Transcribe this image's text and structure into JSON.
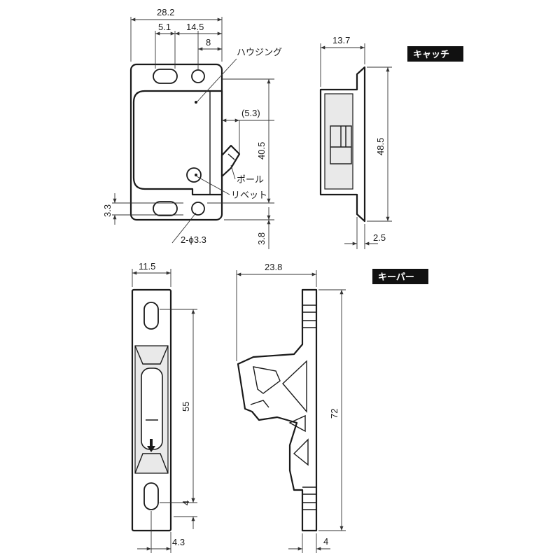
{
  "sections": {
    "catch": "キャッチ",
    "keeper": "キーパー"
  },
  "labels": {
    "housing": "ハウジング",
    "pole": "ポール",
    "rivet": "リベット",
    "holes": "2-ϕ3.3"
  },
  "dimensions": {
    "catch_front_width": "28.2",
    "catch_slot": "5.1",
    "catch_hole_spacing": "14.5",
    "catch_hole_offset": "8",
    "catch_pole_offset": "(5.3)",
    "catch_height": "40.5",
    "catch_hole_margin": "3.3",
    "catch_bottom_margin": "3.8",
    "catch_side_width": "13.7",
    "catch_side_height": "48.5",
    "catch_side_plate": "2.5",
    "keeper_front_width": "11.5",
    "keeper_slot_spacing": "55",
    "keeper_slot_margin": "4",
    "keeper_slot_offset": "4.3",
    "keeper_side_width": "23.8",
    "keeper_height": "72",
    "keeper_plate": "4"
  },
  "colors": {
    "line": "#1a1a1a",
    "tag_background": "#111111"
  }
}
